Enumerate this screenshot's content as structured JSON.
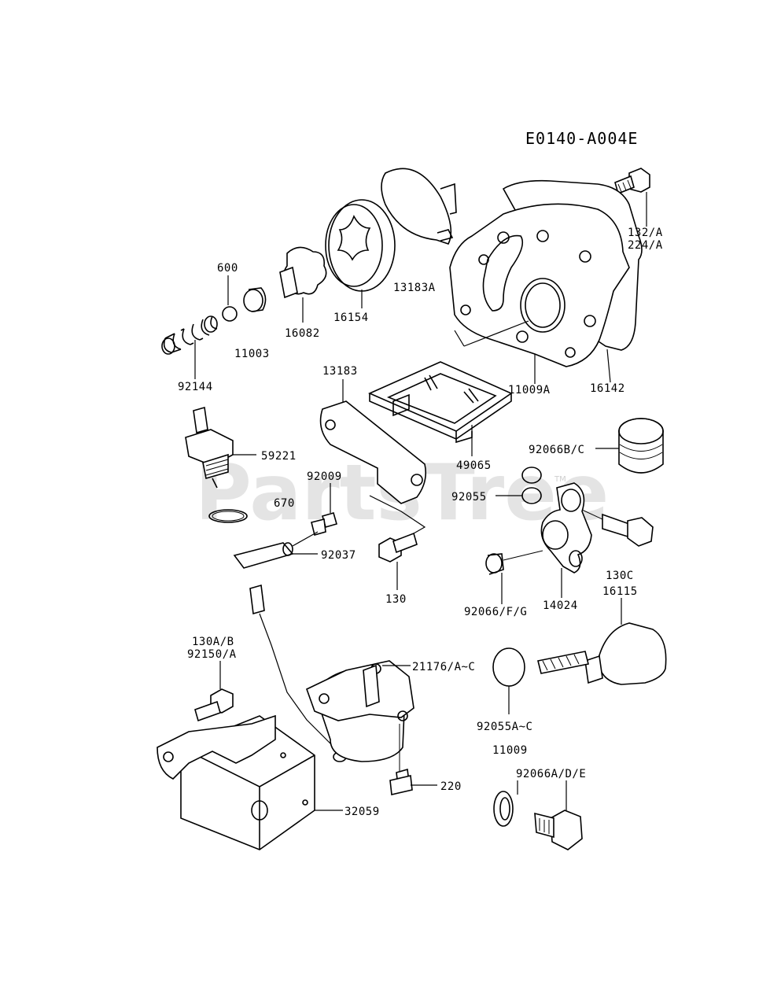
{
  "diagram": {
    "code": "E0140-A004E",
    "watermark": "PartsTree",
    "trademark": "TM"
  },
  "labels": {
    "l132": "132/A",
    "l224": "224/A",
    "l600": "600",
    "l13183A": "13183A",
    "l16082": "16082",
    "l16154": "16154",
    "l11003": "11003",
    "l92144": "92144",
    "l11009A": "11009A",
    "l16142": "16142",
    "l13183": "13183",
    "l59221": "59221",
    "l49065": "49065",
    "l92066BC": "92066B/C",
    "l92009": "92009",
    "l670": "670",
    "l92055": "92055",
    "l92037": "92037",
    "l130": "130",
    "l92066FG": "92066/F/G",
    "l14024": "14024",
    "l130C": "130C",
    "l16115": "16115",
    "l130AB": "130A/B",
    "l92150A": "92150/A",
    "l21176": "21176/A~C",
    "l92055AC": "92055A~C",
    "l11009": "11009",
    "l92066ADE": "92066A/D/E",
    "l220": "220",
    "l32059": "32059"
  }
}
